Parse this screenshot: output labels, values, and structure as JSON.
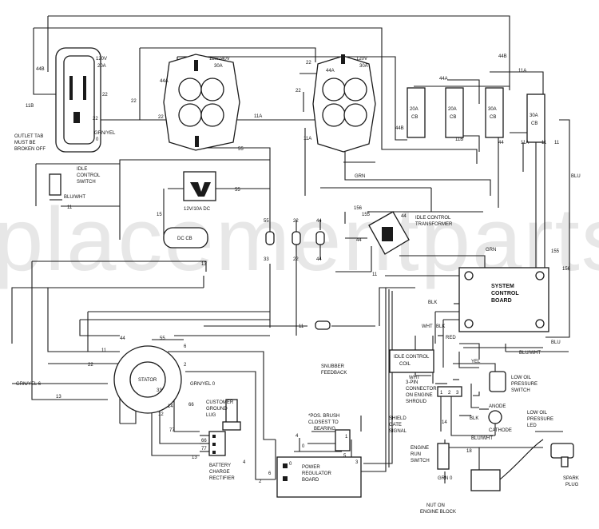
{
  "watermark": "placementparts.c",
  "components": {
    "outlet_left": {
      "rating": "120V",
      "amps": "20A",
      "note": "OUTLET TAB MUST BE BROKEN OFF"
    },
    "outlet_center": {
      "rating": "120/240V",
      "amps": "30A"
    },
    "outlet_right": {
      "rating": "120V",
      "amps": "30A"
    },
    "breakers": [
      {
        "amps": "20A",
        "tag": "CB"
      },
      {
        "amps": "20A",
        "tag": "CB"
      },
      {
        "amps": "30A",
        "tag": "CB"
      },
      {
        "amps": "30A",
        "tag": "CB"
      }
    ],
    "idle_switch": "IDLE CONTROL SWITCH",
    "relay": "12V/10A DC",
    "dc_cb": "DC CB",
    "idle_transformer": "IDLE CONTROL TRANSFORMER",
    "scb": "SYSTEM CONTROL BOARD",
    "idle_coil": "IDLE CONTROL COIL",
    "low_oil_switch": "LOW OIL PRESSURE SWITCH",
    "low_oil_led": "LOW OIL PRESSURE LED",
    "anode": "ANODE",
    "cathode": "CATHODE",
    "three_pin": "3-PIN CONNECTOR ON ENGINE SHROUD",
    "stator": "STATOR",
    "customer_lug": "CUSTOMER GROUND LUG",
    "battery_rectifier": "BATTERY CHARGE RECTIFIER",
    "snubber": "SNUBBER FEEDBACK",
    "brush": "*POS. BRUSH CLOSEST TO BEARING",
    "shield": "SHIELD GATE SIGNAL",
    "regulator": "POWER REGULATOR BOARD",
    "engine_switch": "ENGINE RUN SWITCH",
    "ground_nut": "NUT ON ENGINE BLOCK",
    "spark_plug": "SPARK PLUG"
  },
  "wire_labels": {
    "w44b": "44B",
    "w11b": "11B",
    "w22": "22",
    "w44a": "44A",
    "w11a": "11A",
    "w55": "55",
    "w11": "11",
    "w44": "44",
    "w15": "15",
    "w33": "33",
    "w13": "13",
    "w2": "2",
    "w6": "6",
    "w4": "4",
    "w0": "0",
    "w14": "14",
    "w77": "77",
    "w66": "66",
    "w1": "1",
    "w3": "3",
    "w5": "5",
    "w156": "156",
    "w155": "155",
    "grn_yel": "GRN/YEL",
    "grn_yel_0": "GRN/YEL 0",
    "grn_yel_6": "GRN/YEL 6",
    "blu_wht": "BLU/WHT",
    "blu": "BLU",
    "grn": "GRN",
    "wht": "WHT",
    "blk": "BLK",
    "red": "RED",
    "yel": "YEL",
    "grn_0": "GRN 0"
  }
}
